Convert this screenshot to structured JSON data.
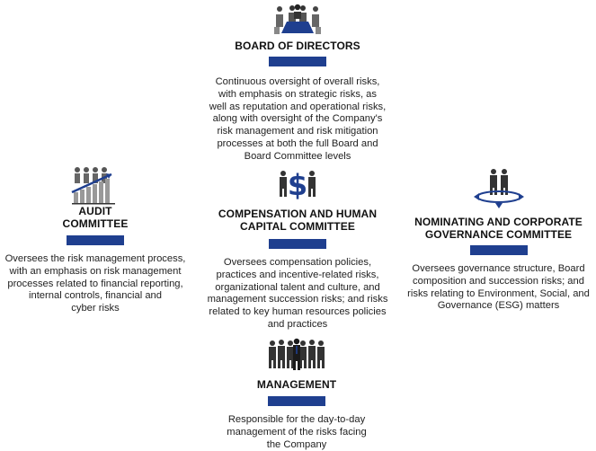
{
  "board": {
    "title": "BOARD OF DIRECTORS",
    "lines": [
      "Continuous oversight of overall risks,",
      "with emphasis on strategic risks, as",
      "well as reputation and operational risks,",
      "along with oversight of the Company's",
      "risk management and risk mitigation",
      "processes at both the full Board and",
      "Board Committee levels"
    ],
    "icon": "boardroom-icon"
  },
  "audit": {
    "title_lines": [
      "AUDIT",
      "COMMITTEE"
    ],
    "lines": [
      "Oversees the risk management process,",
      "with an emphasis on risk management",
      "processes related to financial reporting,",
      "internal controls, financial and",
      "cyber risks"
    ],
    "icon": "growth-chart-icon"
  },
  "compensation": {
    "title_lines": [
      "COMPENSATION AND HUMAN",
      "CAPITAL COMMITTEE"
    ],
    "lines": [
      "Oversees compensation policies,",
      "practices and incentive-related risks,",
      "organizational talent and culture, and",
      "management succession risks; and risks",
      "related to key human resources policies",
      "and practices"
    ],
    "icon": "dollar-people-icon"
  },
  "nominating": {
    "title_lines": [
      "NOMINATING AND CORPORATE",
      "GOVERNANCE COMMITTEE"
    ],
    "lines": [
      "Oversees governance structure, Board",
      "composition and succession risks; and",
      "risks relating to Environment, Social, and",
      "Governance (ESG) matters"
    ],
    "icon": "governance-arrows-icon"
  },
  "management": {
    "title": "MANAGEMENT",
    "lines": [
      "Responsible for the day-to-day",
      "management of the risks facing",
      "the Company"
    ],
    "icon": "team-icon"
  },
  "colors": {
    "accent": "#1f3f8f",
    "icon": "#333333",
    "text": "#222222"
  }
}
